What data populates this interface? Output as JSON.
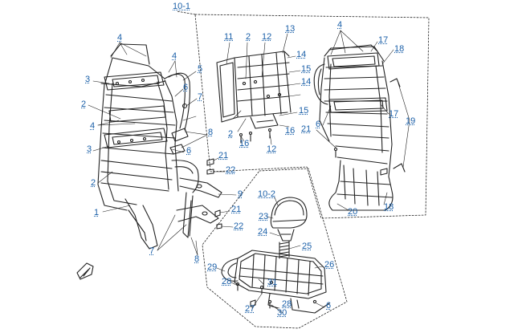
{
  "diagram": {
    "accent_color": "#1a5fa8",
    "line_color": "#222222",
    "callouts": [
      {
        "id": "c-10-1",
        "text": "10-1"
      },
      {
        "id": "c-4-a",
        "text": "4"
      },
      {
        "id": "c-4-b",
        "text": "4"
      },
      {
        "id": "c-4-c",
        "text": "4"
      },
      {
        "id": "c-4-d",
        "text": "4"
      },
      {
        "id": "c-3-a",
        "text": "3"
      },
      {
        "id": "c-3-b",
        "text": "3"
      },
      {
        "id": "c-5",
        "text": "5"
      },
      {
        "id": "c-6-a",
        "text": "6"
      },
      {
        "id": "c-6-b",
        "text": "6"
      },
      {
        "id": "c-6-c",
        "text": "6"
      },
      {
        "id": "c-6-d",
        "text": "6"
      },
      {
        "id": "c-7-a",
        "text": "7"
      },
      {
        "id": "c-7-b",
        "text": "7"
      },
      {
        "id": "c-2-a",
        "text": "2"
      },
      {
        "id": "c-2-b",
        "text": "2"
      },
      {
        "id": "c-2-c",
        "text": "2"
      },
      {
        "id": "c-2-d",
        "text": "2"
      },
      {
        "id": "c-8-a",
        "text": "8"
      },
      {
        "id": "c-8-b",
        "text": "8"
      },
      {
        "id": "c-1",
        "text": "1"
      },
      {
        "id": "c-9",
        "text": "9"
      },
      {
        "id": "c-21-a",
        "text": "21"
      },
      {
        "id": "c-21-b",
        "text": "21"
      },
      {
        "id": "c-21-c",
        "text": "21"
      },
      {
        "id": "c-22-a",
        "text": "22"
      },
      {
        "id": "c-22-b",
        "text": "22"
      },
      {
        "id": "c-11",
        "text": "11"
      },
      {
        "id": "c-12-a",
        "text": "12"
      },
      {
        "id": "c-12-b",
        "text": "12"
      },
      {
        "id": "c-13",
        "text": "13"
      },
      {
        "id": "c-14-a",
        "text": "14"
      },
      {
        "id": "c-14-b",
        "text": "14"
      },
      {
        "id": "c-15-a",
        "text": "15"
      },
      {
        "id": "c-15-b",
        "text": "15"
      },
      {
        "id": "c-16-a",
        "text": "16"
      },
      {
        "id": "c-16-b",
        "text": "16"
      },
      {
        "id": "c-17-a",
        "text": "17"
      },
      {
        "id": "c-17-b",
        "text": "17"
      },
      {
        "id": "c-18-a",
        "text": "18"
      },
      {
        "id": "c-18-b",
        "text": "18"
      },
      {
        "id": "c-19",
        "text": "19"
      },
      {
        "id": "c-20",
        "text": "20"
      },
      {
        "id": "c-10-2",
        "text": "10-2"
      },
      {
        "id": "c-23",
        "text": "23"
      },
      {
        "id": "c-24",
        "text": "24"
      },
      {
        "id": "c-25",
        "text": "25"
      },
      {
        "id": "c-26",
        "text": "26"
      },
      {
        "id": "c-27",
        "text": "27"
      },
      {
        "id": "c-28-a",
        "text": "28"
      },
      {
        "id": "c-28-b",
        "text": "28"
      },
      {
        "id": "c-29",
        "text": "29"
      },
      {
        "id": "c-30",
        "text": "30"
      },
      {
        "id": "c-31",
        "text": "31"
      }
    ]
  }
}
